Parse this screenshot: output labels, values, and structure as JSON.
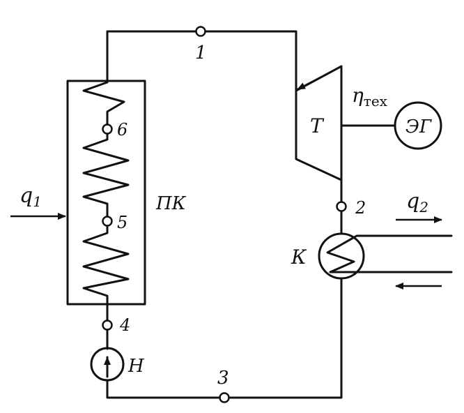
{
  "labels": {
    "state_1": "1",
    "state_2": "2",
    "state_3": "3",
    "state_4": "4",
    "state_5": "5",
    "state_6": "6",
    "turbine": "T",
    "generator": "ЭГ",
    "boiler": "ПК",
    "condenser": "К",
    "pump": "Н",
    "heat_in": "q",
    "heat_in_sub": "1",
    "heat_out": "q",
    "heat_out_sub": "2",
    "efficiency": "η",
    "efficiency_sub": "тех"
  }
}
